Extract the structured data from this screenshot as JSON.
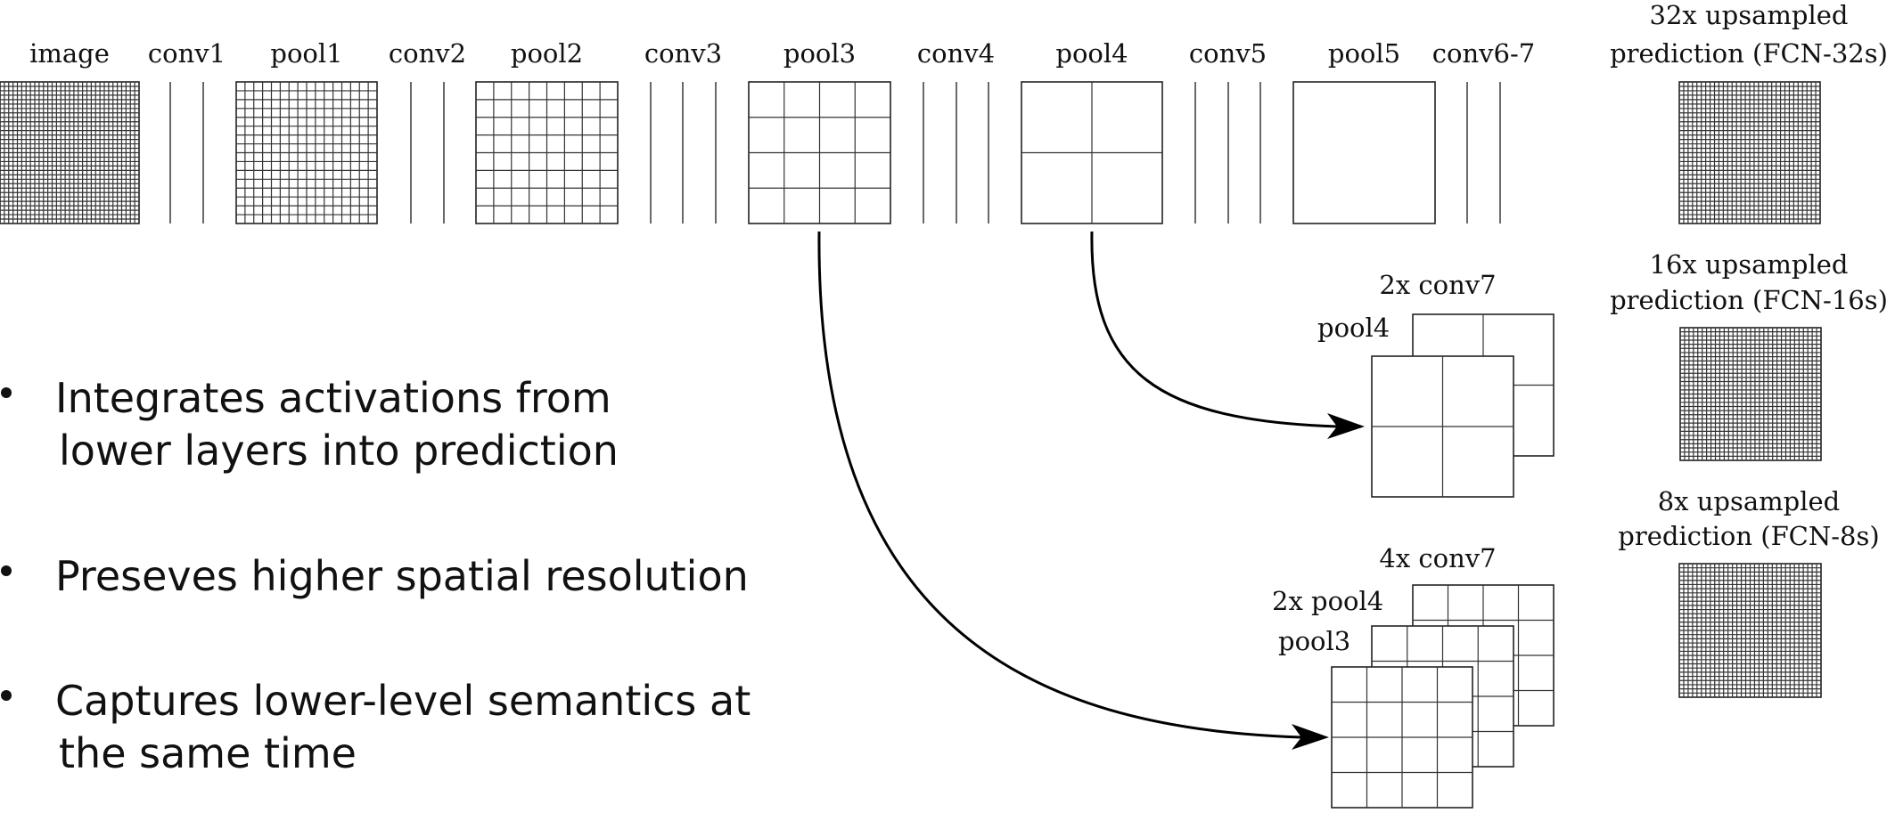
{
  "figure": {
    "title": "FCN skip architecture",
    "pipeline": [
      {
        "id": "image",
        "label": "image",
        "kind": "grid",
        "cells": 32
      },
      {
        "id": "conv1",
        "label": "conv1",
        "kind": "conv",
        "lines": 2
      },
      {
        "id": "pool1",
        "label": "pool1",
        "kind": "grid",
        "cells": 16
      },
      {
        "id": "conv2",
        "label": "conv2",
        "kind": "conv",
        "lines": 2
      },
      {
        "id": "pool2",
        "label": "pool2",
        "kind": "grid",
        "cells": 8
      },
      {
        "id": "conv3",
        "label": "conv3",
        "kind": "conv",
        "lines": 3
      },
      {
        "id": "pool3",
        "label": "pool3",
        "kind": "grid",
        "cells": 4
      },
      {
        "id": "conv4",
        "label": "conv4",
        "kind": "conv",
        "lines": 3
      },
      {
        "id": "pool4",
        "label": "pool4",
        "kind": "grid",
        "cells": 2
      },
      {
        "id": "conv5",
        "label": "conv5",
        "kind": "conv",
        "lines": 3
      },
      {
        "id": "pool5",
        "label": "pool5",
        "kind": "grid",
        "cells": 1
      },
      {
        "id": "conv6-7",
        "label": "conv6-7",
        "kind": "conv",
        "lines": 2
      }
    ],
    "predictions": [
      {
        "id": "fcn32",
        "line1": "32x upsampled",
        "line2": "prediction (FCN-32s)",
        "cells": 32
      },
      {
        "id": "fcn16",
        "line1": "16x upsampled",
        "line2": "prediction (FCN-16s)",
        "cells": 32
      },
      {
        "id": "fcn8",
        "line1": "8x upsampled",
        "line2": "prediction (FCN-8s)",
        "cells": 32
      }
    ],
    "fusion16": {
      "back_label": "2x conv7",
      "front_label": "pool4",
      "back_cells": 2,
      "front_cells": 2
    },
    "fusion8": {
      "back_label": "4x conv7",
      "middle_label": "2x pool4",
      "front_label": "pool3",
      "cells": 4
    },
    "skip_connections": [
      {
        "from": "pool4",
        "to": "fusion16-front"
      },
      {
        "from": "pool3",
        "to": "fusion8-front"
      }
    ]
  },
  "bullets": [
    {
      "lines": [
        "Integrates activations from",
        "lower layers into prediction"
      ]
    },
    {
      "lines": [
        "Preseves higher spatial resolution"
      ]
    },
    {
      "lines": [
        "Captures lower-level semantics at",
        "the same time"
      ]
    }
  ]
}
